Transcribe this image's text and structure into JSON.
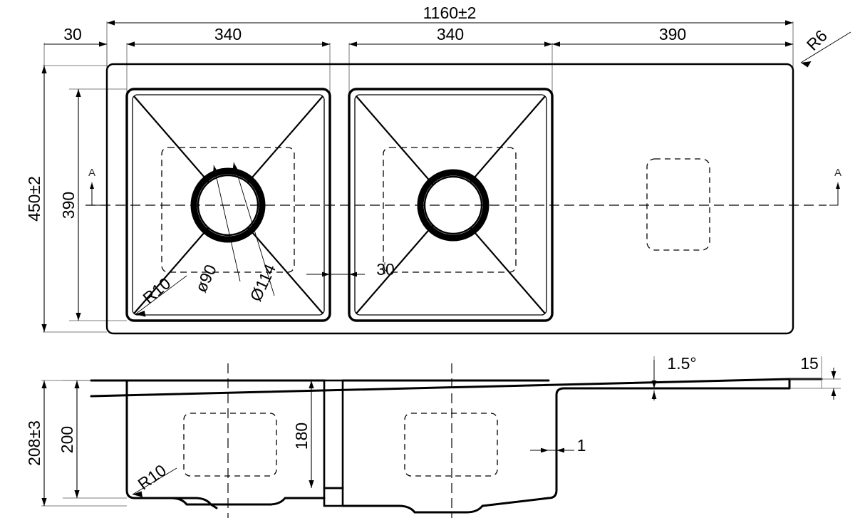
{
  "drawing": {
    "type": "engineering-drawing",
    "subject": "double-bowl-kitchen-sink-with-drainer",
    "views": [
      "top-view",
      "section-view"
    ],
    "units": "mm",
    "line_color": "#000000",
    "background": "#ffffff"
  },
  "top_view": {
    "overall_width": "1160±2",
    "overall_depth": "450±2",
    "left_margin": "30",
    "bowl1_width": "340",
    "bowl2_width": "340",
    "drainer_width": "390",
    "bowl_depth": "390",
    "bowl_gap": "30",
    "corner_radius_outer": "R6",
    "corner_radius_bowl": "R10",
    "waste_inner_dia": "Ø90",
    "waste_outer_dia": "Ø114",
    "section_marker": "A"
  },
  "section_view": {
    "overall_height": "208±3",
    "bowl_depth": "200",
    "divider_height": "180",
    "material_thickness": "1",
    "drainer_slope": "1.5°",
    "drainer_edge": "15",
    "corner_radius": "R10"
  },
  "labels": {
    "w_total": "1160±2",
    "w_30": "30",
    "w_340a": "340",
    "w_340b": "340",
    "w_390": "390",
    "r6": "R6",
    "h_450": "450±2",
    "h_390": "390",
    "r10_top": "R10",
    "dia90": "ø90",
    "dia114": "Ø114",
    "gap30": "30",
    "secA_left": "A",
    "secA_right": "A",
    "h_208": "208±3",
    "h_200": "200",
    "r10_sec": "R10",
    "h_180": "180",
    "t_1": "1",
    "ang_15": "1.5°",
    "e_15": "15"
  }
}
